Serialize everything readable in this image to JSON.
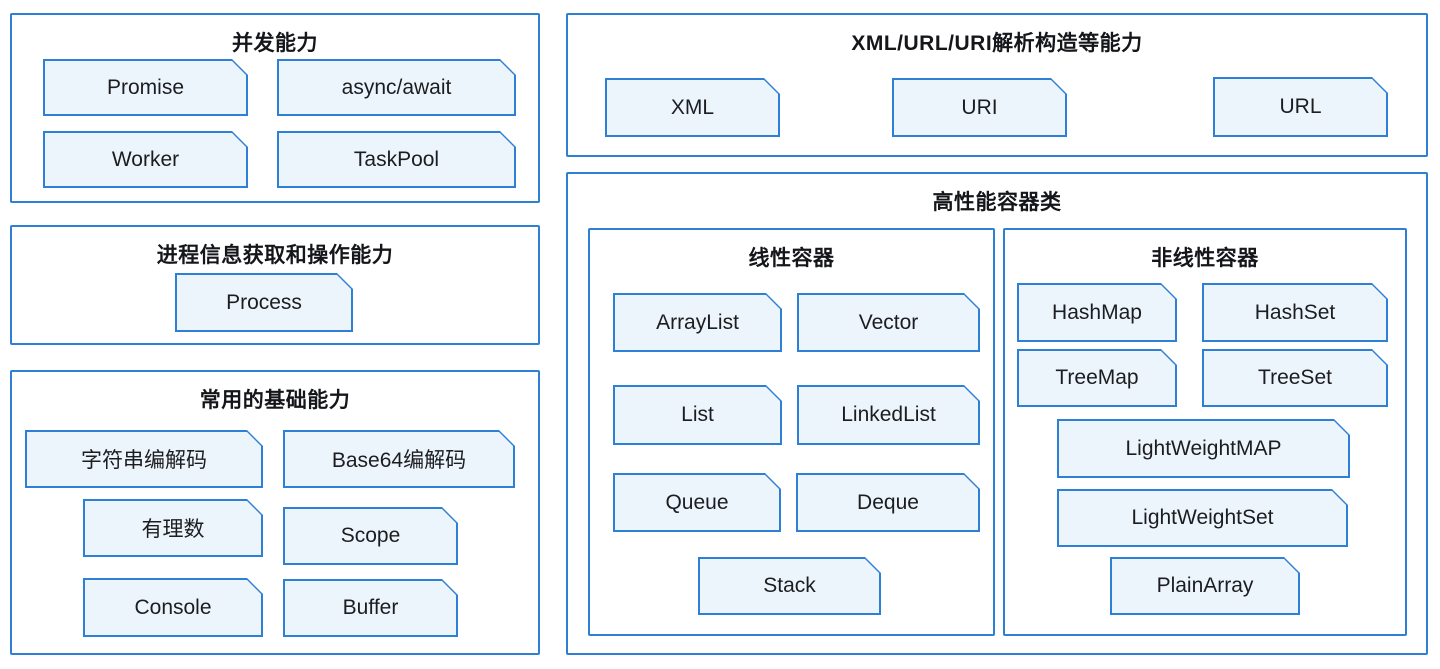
{
  "colors": {
    "border_blue": "#2e7fd6",
    "chip_fill": "#edf5fc",
    "title_text": "#15161a",
    "label_text": "#1c1d20",
    "background": "#ffffff"
  },
  "sections": {
    "concurrency": {
      "title": "并发能力",
      "items": [
        "Promise",
        "async/await",
        "Worker",
        "TaskPool"
      ]
    },
    "process": {
      "title": "进程信息获取和操作能力",
      "items": [
        "Process"
      ]
    },
    "basic": {
      "title": "常用的基础能力",
      "items": [
        "字符串编解码",
        "Base64编解码",
        "有理数",
        "Scope",
        "Console",
        "Buffer"
      ]
    },
    "xml_url_uri": {
      "title": "XML/URL/URI解析构造等能力",
      "items": [
        "XML",
        "URI",
        "URL"
      ]
    },
    "containers": {
      "title": "高性能容器类",
      "linear": {
        "title": "线性容器",
        "items": [
          "ArrayList",
          "Vector",
          "List",
          "LinkedList",
          "Queue",
          "Deque",
          "Stack"
        ]
      },
      "nonlinear": {
        "title": "非线性容器",
        "items": [
          "HashMap",
          "HashSet",
          "TreeMap",
          "TreeSet",
          "LightWeightMAP",
          "LightWeightSet",
          "PlainArray"
        ]
      }
    }
  }
}
